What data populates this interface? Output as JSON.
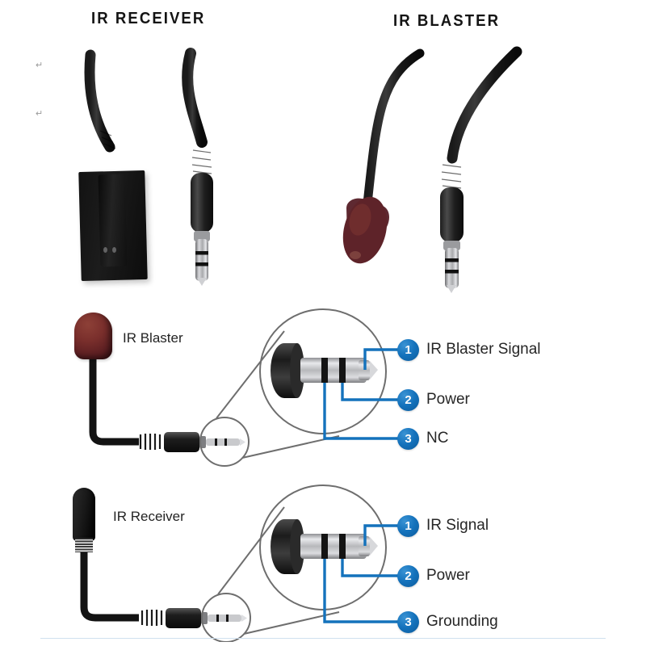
{
  "photos": {
    "receiver_title": "IR RECEIVER",
    "blaster_title": "IR BLASTER",
    "margin_marks": [
      "↵",
      "↵"
    ]
  },
  "colors": {
    "badge_blue": "#1472BC",
    "leader_blue": "#1472BC",
    "outline_gray": "#6E6E6E",
    "text_dark": "#262626",
    "blaster_bulb": "#5D1F22",
    "receiver_body": "#111111",
    "plug_silver": "#B9BABC"
  },
  "diagrams": [
    {
      "id": "blaster",
      "device_label": "IR Blaster",
      "pins": [
        {
          "number": "1",
          "label": "IR Blaster Signal"
        },
        {
          "number": "2",
          "label": "Power"
        },
        {
          "number": "3",
          "label": "NC"
        }
      ]
    },
    {
      "id": "receiver",
      "device_label": "IR Receiver",
      "pins": [
        {
          "number": "1",
          "label": "IR Signal"
        },
        {
          "number": "2",
          "label": "Power"
        },
        {
          "number": "3",
          "label": "Grounding"
        }
      ]
    }
  ]
}
